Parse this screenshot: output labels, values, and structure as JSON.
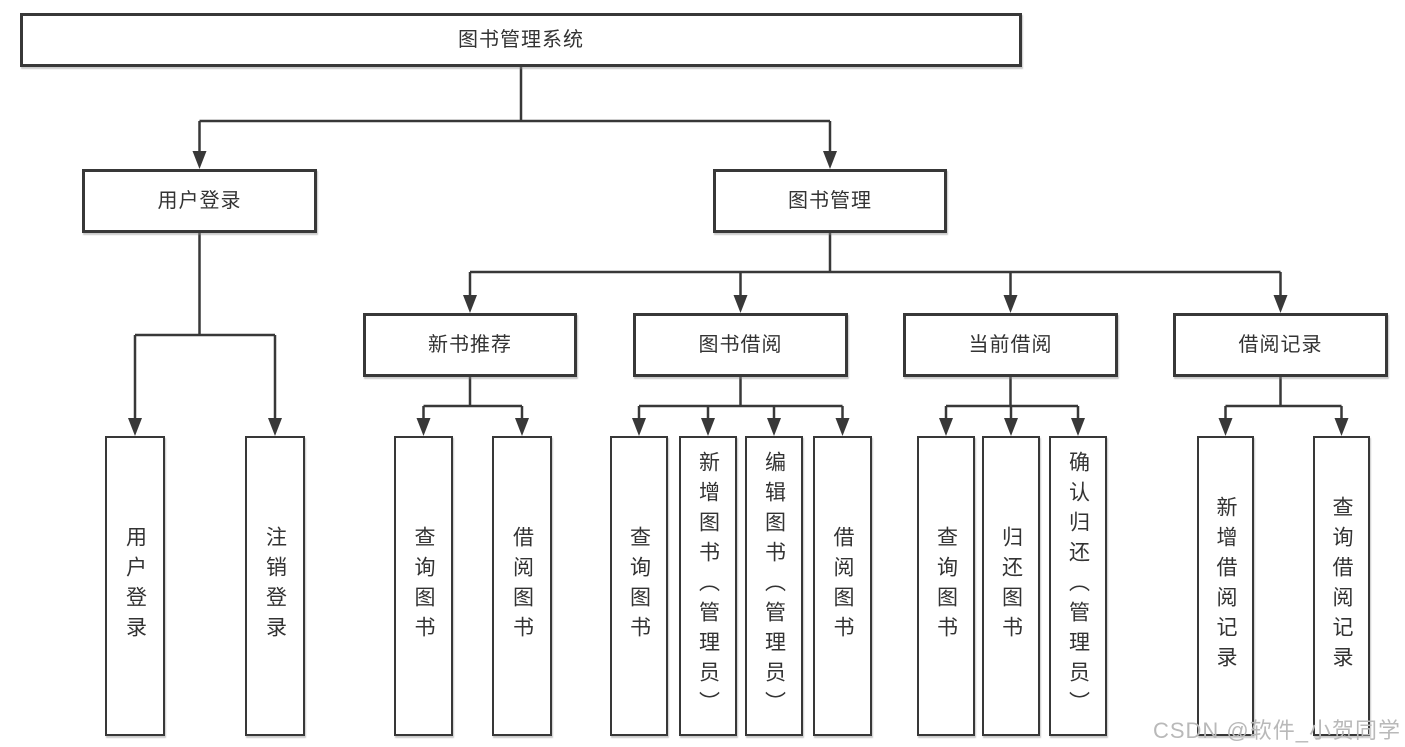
{
  "diagram": {
    "root": {
      "label": "图书管理系统"
    },
    "level2": {
      "user_login": {
        "label": "用户登录"
      },
      "book_management": {
        "label": "图书管理"
      }
    },
    "level3": {
      "new_book_recommend": {
        "label": "新书推荐"
      },
      "book_borrowing": {
        "label": "图书借阅"
      },
      "current_borrowing": {
        "label": "当前借阅"
      },
      "borrowing_records": {
        "label": "借阅记录"
      }
    },
    "leaves": {
      "user_login": [
        "用户登录",
        "注销登录"
      ],
      "new_book_recommend": [
        "查询图书",
        "借阅图书"
      ],
      "book_borrowing": [
        "查询图书",
        "新增图书（管理员）",
        "编辑图书（管理员）",
        "借阅图书"
      ],
      "current_borrowing": [
        "查询图书",
        "归还图书",
        "确认归还（管理员）"
      ],
      "borrowing_records": [
        "新增借阅记录",
        "查询借阅记录"
      ]
    }
  },
  "watermark": {
    "text": "CSDN @软件_小贺同学"
  },
  "colors": {
    "line": "#383838",
    "text": "#333333",
    "watermark": "#b9b9b9",
    "background": "#ffffff"
  }
}
